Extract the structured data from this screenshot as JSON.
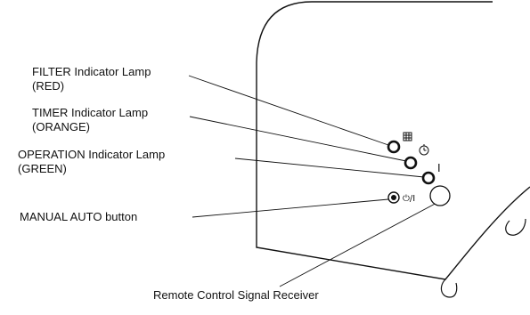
{
  "callouts": {
    "filter": {
      "name": "FILTER Indicator Lamp",
      "color_note": "(RED)"
    },
    "timer": {
      "name": "TIMER Indicator Lamp",
      "color_note": "(ORANGE)"
    },
    "operation": {
      "name": "OPERATION Indicator Lamp",
      "color_note": "(GREEN)"
    },
    "manual_auto": {
      "name": "MANUAL AUTO button"
    },
    "receiver": {
      "name": "Remote Control Signal Receiver"
    }
  },
  "symbols": {
    "operation_mark": "I",
    "manual_auto_mark": "⏻/I"
  },
  "icons": [
    "filter-grid-icon",
    "clock-icon",
    "power-toggle-icon"
  ],
  "colors": {
    "line": "#111111",
    "background": "#ffffff"
  }
}
